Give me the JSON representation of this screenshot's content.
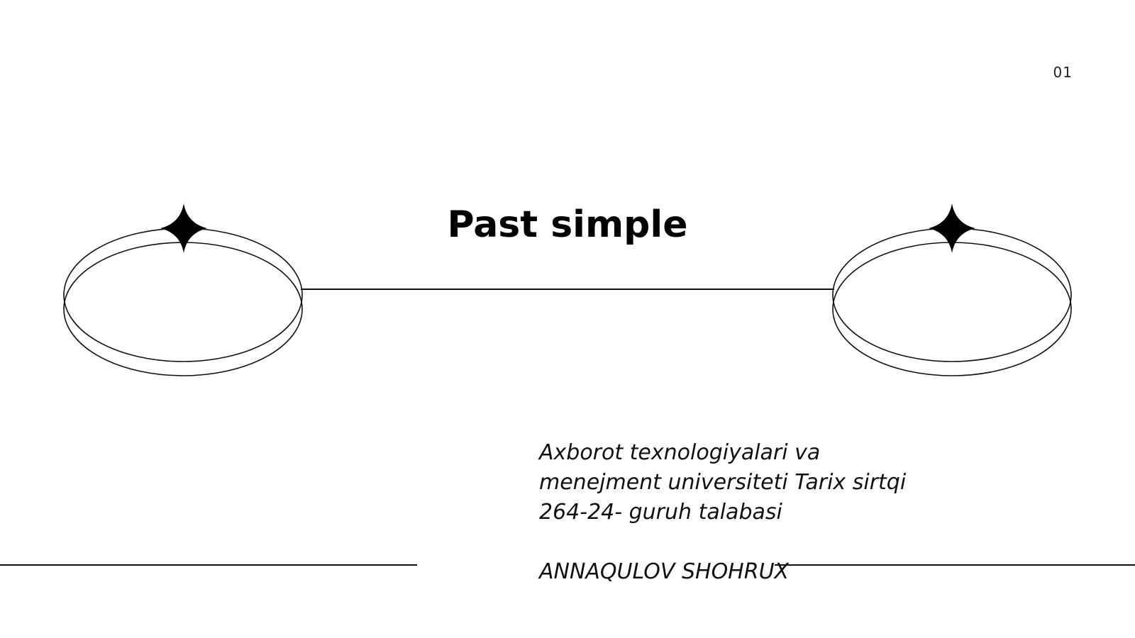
{
  "slide": {
    "number": "01",
    "title": "Past simple",
    "subtitle_lines": [
      "Axborot texnologiyalari va",
      "menejment universiteti Tarix sirtqi",
      "264-24- guruh talabasi"
    ],
    "author": "ANNAQULOV SHOHRUX"
  },
  "colors": {
    "background": "#ffffff",
    "ink": "#000000"
  },
  "icons": {
    "left_star": "four-point-star-icon",
    "right_star": "four-point-star-icon"
  }
}
